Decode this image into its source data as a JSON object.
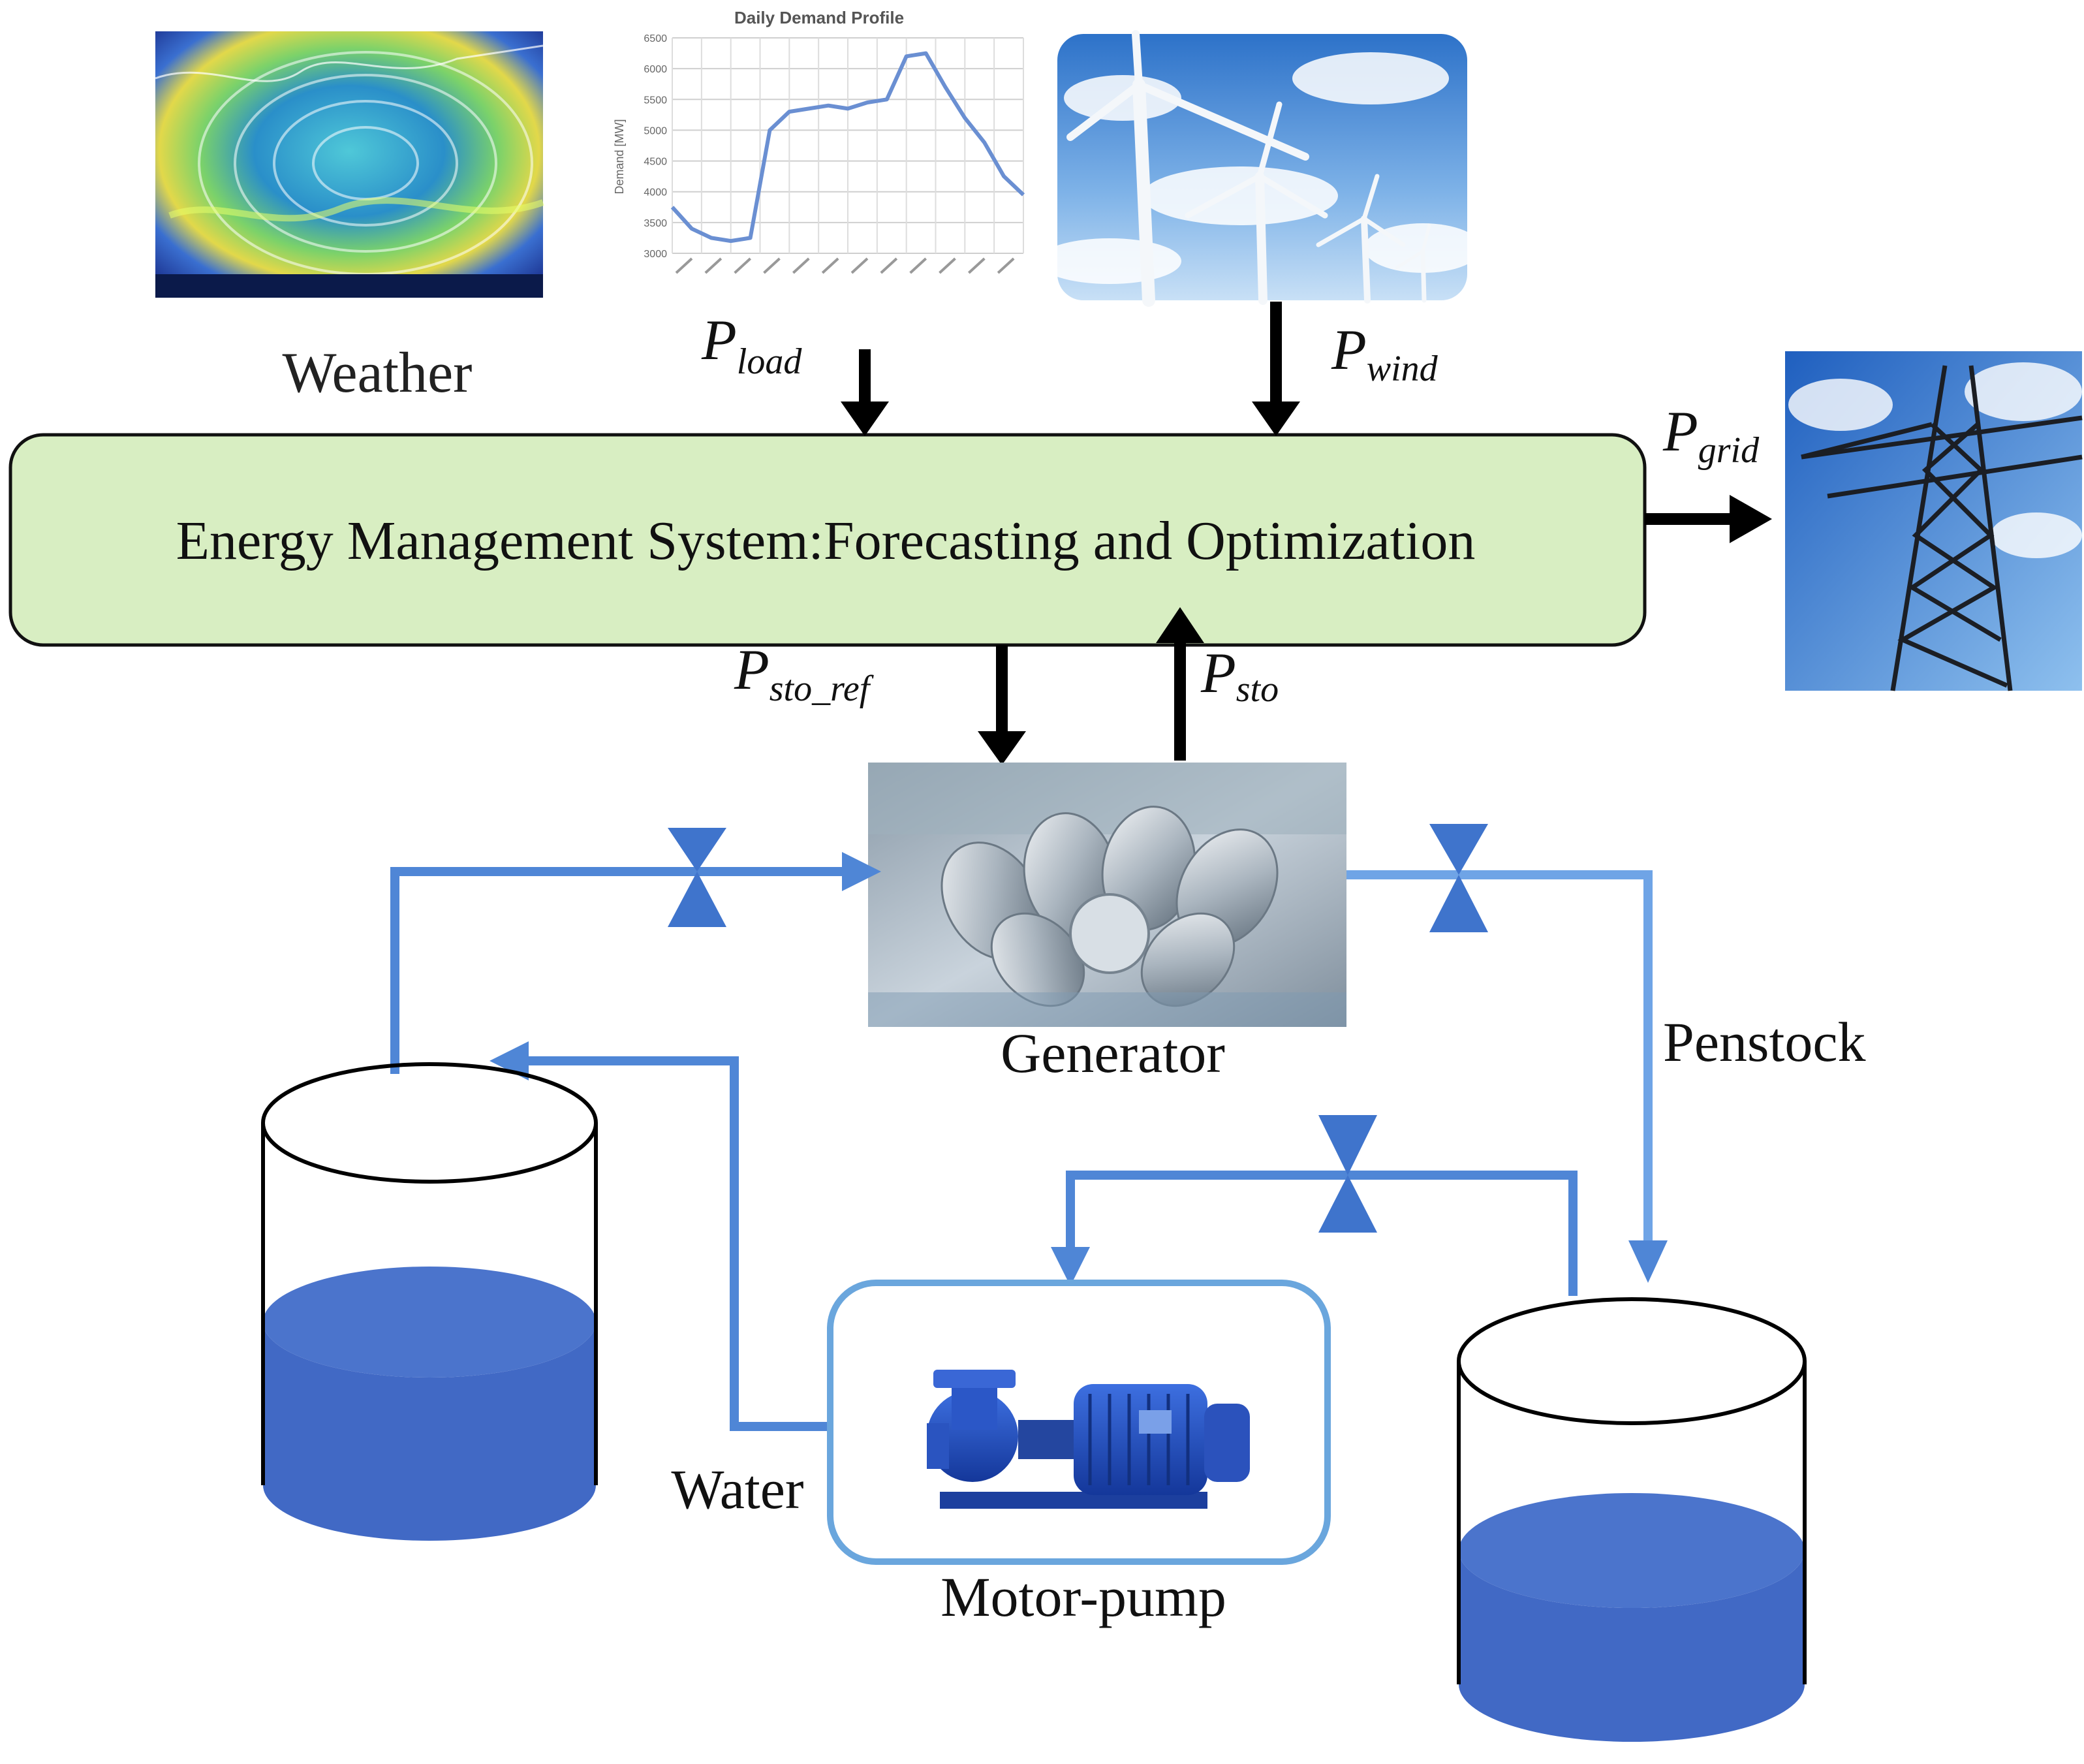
{
  "ems": {
    "label": "Energy Management System:Forecasting and Optimization",
    "fill_color": "#d8eec2"
  },
  "labels": {
    "weather": "Weather",
    "generator": "Generator",
    "penstock": "Penstock",
    "water": "Water",
    "motor_pump": "Motor-pump"
  },
  "signals": {
    "p_load": {
      "base": "P",
      "sub": "load"
    },
    "p_wind": {
      "base": "P",
      "sub": "wind"
    },
    "p_grid": {
      "base": "P",
      "sub": "grid"
    },
    "p_sto_ref": {
      "base": "P",
      "sub": "sto_ref"
    },
    "p_sto": {
      "base": "P",
      "sub": "sto"
    }
  },
  "demand_chart": {
    "title": "Daily Demand Profile",
    "ylabel": "Demand [MW]",
    "y_ticks": [
      "3000",
      "3500",
      "4000",
      "4500",
      "5000",
      "5500",
      "6000",
      "6500"
    ],
    "ylim": [
      3000,
      6500
    ],
    "values": [
      3750,
      3400,
      3250,
      3200,
      3250,
      5000,
      5300,
      5350,
      5400,
      5350,
      5450,
      5500,
      6200,
      6250,
      5700,
      5200,
      4800,
      4250,
      3950
    ]
  },
  "colors": {
    "pipe": "#4f86d6",
    "pipe_light": "#6fa4e6",
    "valve": "#3f74cc",
    "water": "#4169c5",
    "arrow": "#000000",
    "pump_box_border": "#6aa6dd"
  },
  "images": {
    "weather": "weather-map-image",
    "wind": "wind-turbines-image",
    "grid": "transmission-tower-image",
    "generator": "pelton-turbine-image",
    "pump": "motor-pump-image"
  }
}
